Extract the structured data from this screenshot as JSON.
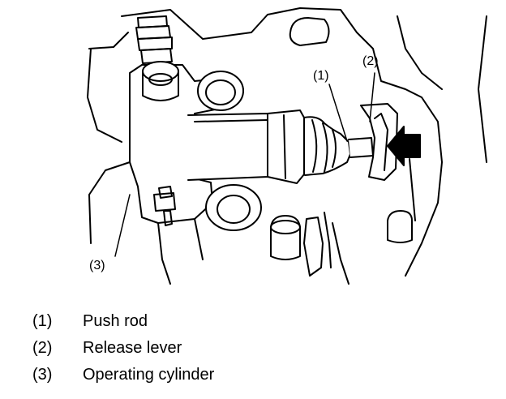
{
  "callouts": {
    "c1": "(1)",
    "c2": "(2)",
    "c3": "(3)"
  },
  "legend": [
    {
      "num": "(1)",
      "text": "Push rod"
    },
    {
      "num": "(2)",
      "text": "Release lever"
    },
    {
      "num": "(3)",
      "text": "Operating cylinder"
    }
  ]
}
